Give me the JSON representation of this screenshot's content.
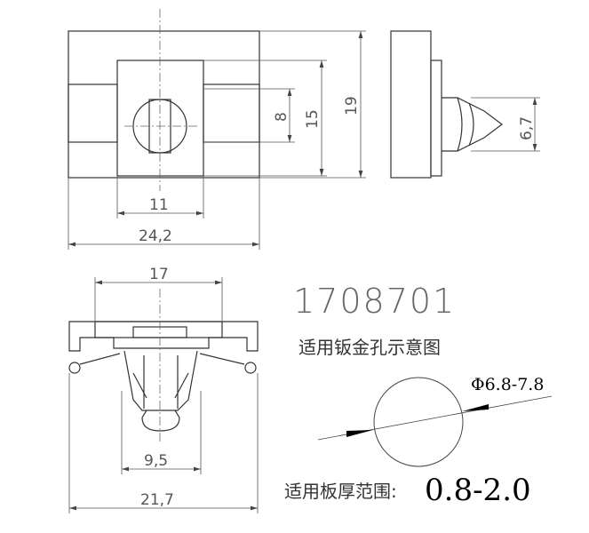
{
  "part_number": "1708701",
  "dimensions": {
    "top_hole_height": "8",
    "top_plate_height": "15",
    "top_overall_height": "19",
    "side_prong_height": "6,7",
    "top_plate_width": "11",
    "top_overall_width": "24,2",
    "front_top_width": "17",
    "front_leg_width": "9,5",
    "front_overall_width": "21,7"
  },
  "hole_diagram": {
    "title": "适用钣金孔示意图",
    "diameter": "Φ6.8-7.8"
  },
  "thickness": {
    "label": "适用板厚范围:",
    "value": "0.8-2.0"
  }
}
